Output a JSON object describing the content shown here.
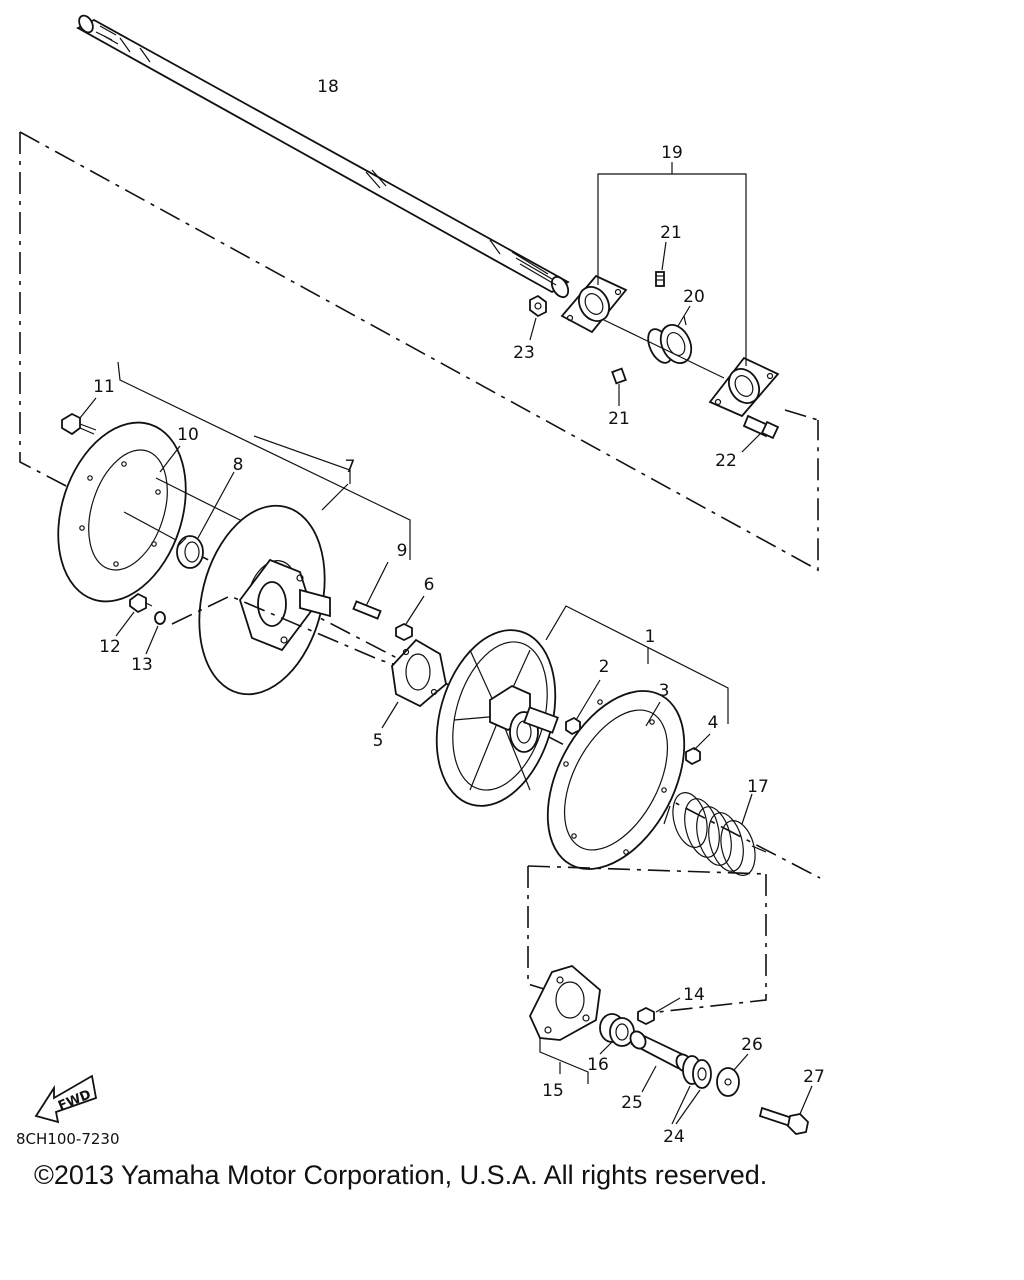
{
  "diagram": {
    "part_labels": {
      "p1": "1",
      "p2": "2",
      "p3": "3",
      "p4": "4",
      "p5": "5",
      "p6": "6",
      "p7": "7",
      "p8": "8",
      "p9": "9",
      "p10": "10",
      "p11": "11",
      "p12": "12",
      "p13": "13",
      "p14": "14",
      "p15": "15",
      "p16": "16",
      "p17": "17",
      "p18": "18",
      "p19": "19",
      "p20": "20",
      "p21a": "21",
      "p21b": "21",
      "p22": "22",
      "p23": "23",
      "p24": "24",
      "p25": "25",
      "p26": "26",
      "p27": "27"
    },
    "fwd_label": "FWD",
    "diagram_code": "8CH100-7230"
  },
  "footer": {
    "copyright": "©2013 Yamaha Motor Corporation, U.S.A. All rights reserved."
  }
}
